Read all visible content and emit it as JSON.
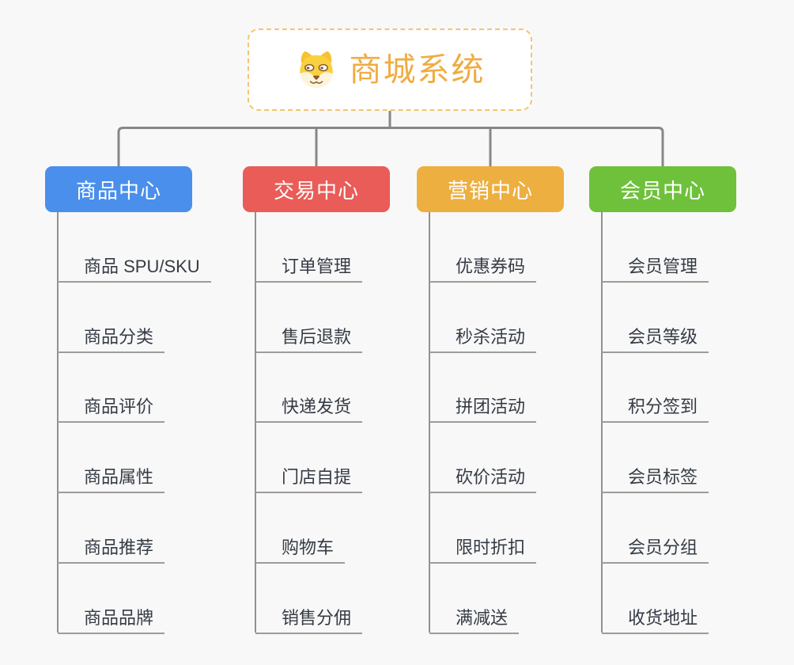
{
  "root": {
    "title": "商城系统",
    "icon": "shiba-dog-icon",
    "text_color": "#f0ac42",
    "border_color": "#f6c46b"
  },
  "palette": {
    "connector_gray": "#878787",
    "underline_gray": "#9c9c9c",
    "background": "#f8f8f8"
  },
  "branches": [
    {
      "label": "商品中心",
      "color": "#4a8fec",
      "children": [
        "商品 SPU/SKU",
        "商品分类",
        "商品评价",
        "商品属性",
        "商品推荐",
        "商品品牌"
      ]
    },
    {
      "label": "交易中心",
      "color": "#e95c58",
      "children": [
        "订单管理",
        "售后退款",
        "快递发货",
        "门店自提",
        "购物车",
        "销售分佣"
      ]
    },
    {
      "label": "营销中心",
      "color": "#edaf40",
      "children": [
        "优惠券码",
        "秒杀活动",
        "拼团活动",
        "砍价活动",
        "限时折扣",
        "满减送"
      ]
    },
    {
      "label": "会员中心",
      "color": "#6fc13c",
      "children": [
        "会员管理",
        "会员等级",
        "积分签到",
        "会员标签",
        "会员分组",
        "收货地址"
      ]
    }
  ]
}
